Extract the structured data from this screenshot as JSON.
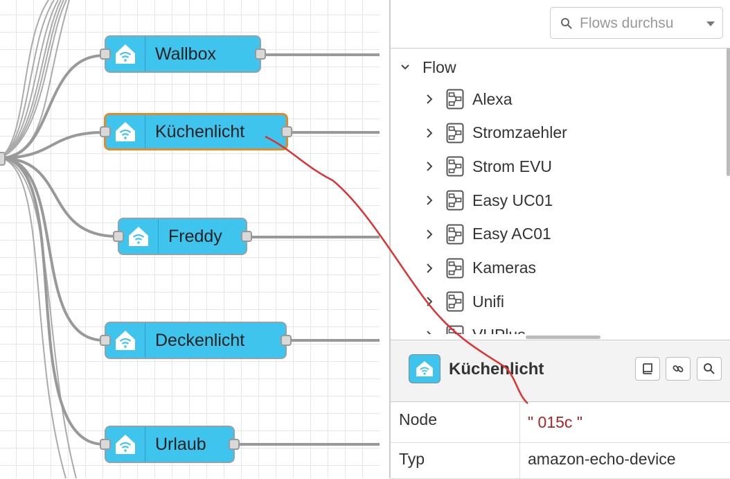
{
  "canvas": {
    "nodes": [
      {
        "label": "Wallbox",
        "selected": false
      },
      {
        "label": "Küchenlicht",
        "selected": true
      },
      {
        "label": "Freddy",
        "selected": false
      },
      {
        "label": "Deckenlicht",
        "selected": false
      },
      {
        "label": "Urlaub",
        "selected": false
      }
    ]
  },
  "search": {
    "placeholder": "Flows durchsu"
  },
  "tree": {
    "root": "Flow",
    "items": [
      "Alexa",
      "Stromzaehler",
      "Strom EVU",
      "Easy UC01",
      "Easy AC01",
      "Kameras",
      "Unifi",
      "VUPlus"
    ]
  },
  "info": {
    "title": "Küchenlicht",
    "rows": [
      {
        "key": "Node",
        "value": "\"       015c         \""
      },
      {
        "key": "Typ",
        "value": "amazon-echo-device"
      }
    ]
  },
  "colors": {
    "node": "#3fc4ee",
    "selected_border": "#e08a2c",
    "annotation": "#e03030"
  },
  "icons": [
    "alexa-home-icon",
    "search-icon",
    "chevron-down-icon",
    "chevron-right-icon",
    "flow-icon",
    "book-icon",
    "link-icon"
  ]
}
